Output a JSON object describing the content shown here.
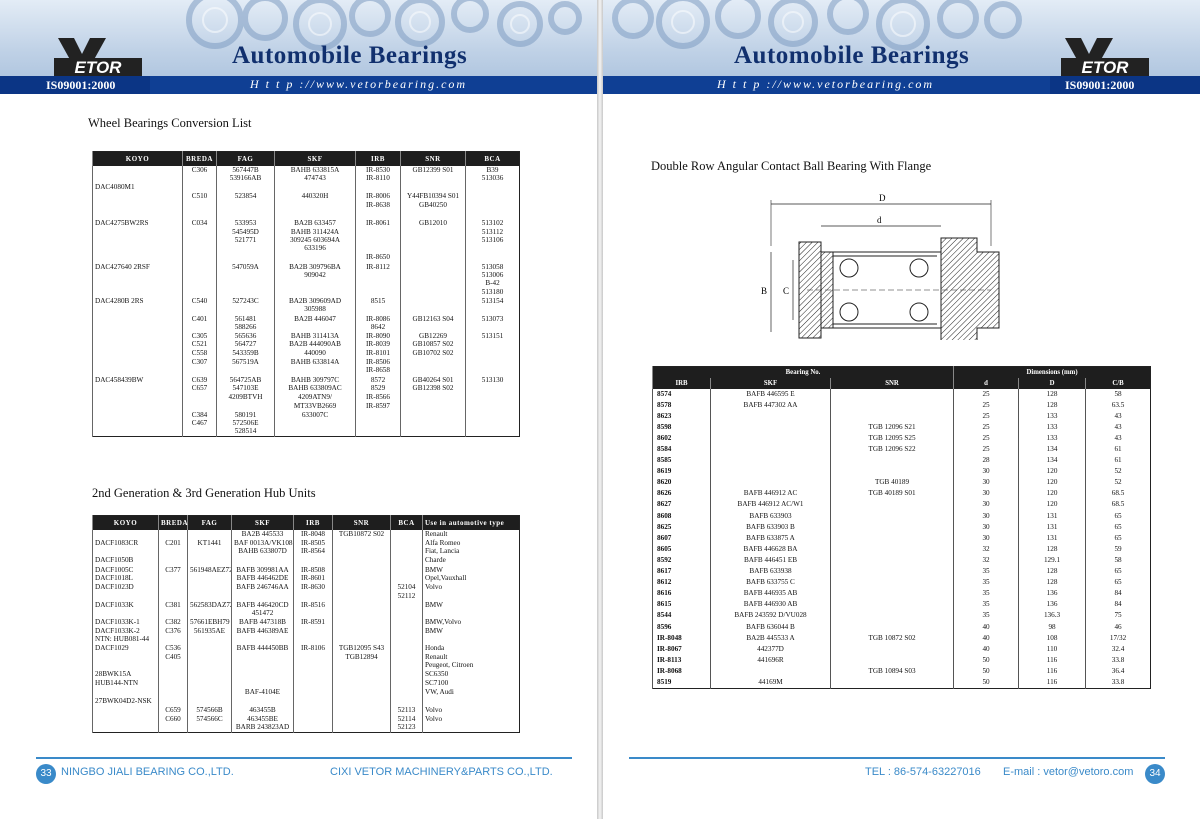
{
  "header": {
    "title": "Automobile Bearings",
    "url": "H t t p ://www.vetorbearing.com",
    "iso": "IS09001:2000",
    "logo_text": "ETOR"
  },
  "left": {
    "section1_title": "Wheel Bearings Conversion List",
    "table1": {
      "columns": [
        "KOYO",
        "BREDA",
        "FAG",
        "SKF",
        "IRB",
        "SNR",
        "BCA"
      ],
      "rows": [
        [
          "",
          "C306",
          "567447B\n539166AB",
          "BAHB 633815A\n474743",
          "IR-8530\nIR-8110",
          "GB12399 S01",
          "B39\n513036"
        ],
        [
          "DAC4080M1",
          "",
          "",
          "",
          "",
          "",
          ""
        ],
        [
          "",
          "C510",
          "523854",
          "440320H",
          "IR-8006\nIR-8638",
          "Y44FB10394 S01\nGB40250",
          ""
        ],
        [
          "",
          "",
          "",
          "",
          "",
          "",
          ""
        ],
        [
          "DAC4275BW2RS",
          "C034",
          "533953\n545495D\n521771",
          "BA2B 633457\nBAHB 311424A\n309245 603694A\n633196",
          "IR-8061",
          "GB12010",
          "513102\n513112\n513106"
        ],
        [
          "",
          "",
          "",
          "",
          "IR-8650",
          "",
          ""
        ],
        [
          "DAC427640 2RSF",
          "",
          "547059A",
          "BA2B 309796BA\n909042",
          "IR-8112",
          "",
          "513058\n513006\nB-42\n513180"
        ],
        [
          "DAC4280B 2RS",
          "C540",
          "527243C",
          "BA2B 309609AD\n305988",
          "8515",
          "",
          "513154"
        ],
        [
          "",
          "C401",
          "561481\n588266",
          "BA2B 446047",
          "IR-8086\n8642",
          "GB12163 S04",
          "513073"
        ],
        [
          "",
          "C305\nC521\nC558",
          "565636\n564727\n543359B",
          "BAHB 311413A\nBA2B 444090AB\n440090",
          "IR-8090\nIR-8039\nIR-8101",
          "GB12269\nGB10857 S02\nGB10702 S02",
          "513151"
        ],
        [
          "",
          "C307",
          "567519A",
          "BAHB 633814A",
          "IR-8506\nIR-8658",
          "",
          ""
        ],
        [
          "DAC458439BW",
          "C639\nC657",
          "564725AB\n547103E",
          "BAHB 309797C\nBAHB 633809AC",
          "8572\n8529",
          "GB40264 S01\nGB12398 S02",
          "513130"
        ],
        [
          "",
          "",
          "4209BTVH",
          "4209ATN9/\nMT33VB2669",
          "IR-8566\nIR-8597",
          "",
          ""
        ],
        [
          "",
          "C384\nC467",
          "580191\n572506E\n528514",
          "633007C",
          "",
          "",
          ""
        ]
      ]
    },
    "section2_title": "2nd Generation & 3rd Generation Hub Units",
    "table2": {
      "columns": [
        "KOYO",
        "BREDA",
        "FAG",
        "SKF",
        "IRB",
        "SNR",
        "BCA",
        "Use in automotive type"
      ],
      "rows": [
        [
          "",
          "",
          "",
          "BA2B 445533",
          "IR-8048",
          "TGB10872 S02",
          "",
          "Renault"
        ],
        [
          "DACF1083CR",
          "C201",
          "KT1441",
          "BAF 0013A/VK108\nBAHB 633807D",
          "IR-8505\nIR-8564",
          "",
          "",
          "Alfa Romeo\nFiat, Lancia"
        ],
        [
          "DACF1050B",
          "",
          "",
          "",
          "",
          "",
          "",
          "Charde"
        ],
        [
          "DACF1005C\nDACF1018L",
          "C377",
          "561948AEZ72",
          "BAFB 309981AA\nBAFB 446462DE",
          "IR-8508\nIR-8601",
          "",
          "",
          "BMW\nOpel,Vauxhall"
        ],
        [
          "DACF1023D",
          "",
          "",
          "BAFB 246746AA",
          "IR-8630",
          "",
          "52104\n52112",
          "Volvo"
        ],
        [
          "DACF1033K",
          "C381",
          "562583DAZ72",
          "BAFB 446420CD\n451472",
          "IR-8516",
          "",
          "",
          "BMW"
        ],
        [
          "DACF1033K-1\nDACF1033K-2\nNTN: HUB081-44",
          "C382\nC376",
          "57661EBH79\n561935AE",
          "BAFB 447318B\nBAFB 446389AE",
          "IR-8591",
          "",
          "",
          "BMW,Volvo\nBMW"
        ],
        [
          "DACF1029",
          "C536\nC405",
          "",
          "BAFB 444450BB",
          "IR-8106",
          "TGB12095 S43\nTGB12894",
          "",
          "Honda\nRenault\nPeugeot, Citroen"
        ],
        [
          "28BWK15A\nHUB144-NTN",
          "",
          "",
          "",
          "",
          "",
          "",
          "SC6350\nSC7100"
        ],
        [
          "",
          "",
          "",
          "BAF-4104E",
          "",
          "",
          "",
          "VW, Audi"
        ],
        [
          "27BWK04D2-NSK",
          "",
          "",
          "",
          "",
          "",
          "",
          ""
        ],
        [
          "",
          "C659\nC660",
          "574566B\n574566C",
          "463455B\n463455BE\nBARB 243823AD",
          "",
          "",
          "52113\n52114\n52123",
          "Volvo\nVolvo"
        ]
      ]
    },
    "footer": {
      "page_num": "33",
      "company1": "NINGBO JIALI BEARING CO.,LTD.",
      "company2": "CIXI VETOR MACHINERY&PARTS CO.,LTD."
    }
  },
  "right": {
    "section_title": "Double Row Angular Contact Ball Bearing With Flange",
    "diagram_labels": {
      "D": "D",
      "d": "d",
      "B": "B",
      "C": "C"
    },
    "table": {
      "group_left": "Bearing No.",
      "group_right": "Dimensions (mm)",
      "columns": [
        "IRB",
        "SKF",
        "SNR",
        "d",
        "D",
        "C/B"
      ],
      "rows": [
        [
          "8574",
          "BAFB 446595 E",
          "",
          "25",
          "128",
          "58"
        ],
        [
          "8578",
          "BAFB 447302 AA",
          "",
          "25",
          "128",
          "63.5"
        ],
        [
          "8623",
          "",
          "",
          "25",
          "133",
          "43"
        ],
        [
          "8598",
          "",
          "TGB 12096 S21",
          "25",
          "133",
          "43"
        ],
        [
          "8602",
          "",
          "TGB 12095 S25",
          "25",
          "133",
          "43"
        ],
        [
          "8584",
          "",
          "TGB 12096 S22",
          "25",
          "134",
          "61"
        ],
        [
          "8585",
          "",
          "",
          "28",
          "134",
          "61"
        ],
        [
          "8619",
          "",
          "",
          "30",
          "120",
          "52"
        ],
        [
          "8620",
          "",
          "TGB 40189",
          "30",
          "120",
          "52"
        ],
        [
          "8626",
          "BAFB 446912 AC",
          "TGB 40189 S01",
          "30",
          "120",
          "68.5"
        ],
        [
          "8627",
          "BAFB 446912 AC/W1",
          "",
          "30",
          "120",
          "68.5"
        ],
        [
          "8608",
          "BAFB 633903",
          "",
          "30",
          "131",
          "65"
        ],
        [
          "8625",
          "BAFB 633903 B",
          "",
          "30",
          "131",
          "65"
        ],
        [
          "8607",
          "BAFB 633875 A",
          "",
          "30",
          "131",
          "65"
        ],
        [
          "8605",
          "BAFB 446628 BA",
          "",
          "32",
          "128",
          "59"
        ],
        [
          "8592",
          "BAFB 446451 EB",
          "",
          "32",
          "129.1",
          "58"
        ],
        [
          "8617",
          "BAFB 633938",
          "",
          "35",
          "128",
          "65"
        ],
        [
          "8612",
          "BAFB 633755 C",
          "",
          "35",
          "128",
          "65"
        ],
        [
          "8616",
          "BAFB 446935 AB",
          "",
          "35",
          "136",
          "84"
        ],
        [
          "8615",
          "BAFB 446930 AB",
          "",
          "35",
          "136",
          "84"
        ],
        [
          "8544",
          "BAFB 243592 D/VU028",
          "",
          "35",
          "136.3",
          "75"
        ],
        [
          "8596",
          "BAFB 636044 B",
          "",
          "40",
          "98",
          "46"
        ],
        [
          "IR-8048",
          "BA2B 445533 A",
          "TGB 10872 S02",
          "40",
          "108",
          "17/32"
        ],
        [
          "IR-8067",
          "442377D",
          "",
          "40",
          "110",
          "32.4"
        ],
        [
          "IR-8113",
          "441696R",
          "",
          "50",
          "116",
          "33.8"
        ],
        [
          "IR-8068",
          "",
          "TGB 10894 S03",
          "50",
          "116",
          "36.4"
        ],
        [
          "8519",
          "44169M",
          "",
          "50",
          "116",
          "33.8"
        ]
      ]
    },
    "footer": {
      "tel": "TEL : 86-574-63227016",
      "email": "E-mail : vetor@vetoro.com",
      "page_num": "34"
    }
  }
}
